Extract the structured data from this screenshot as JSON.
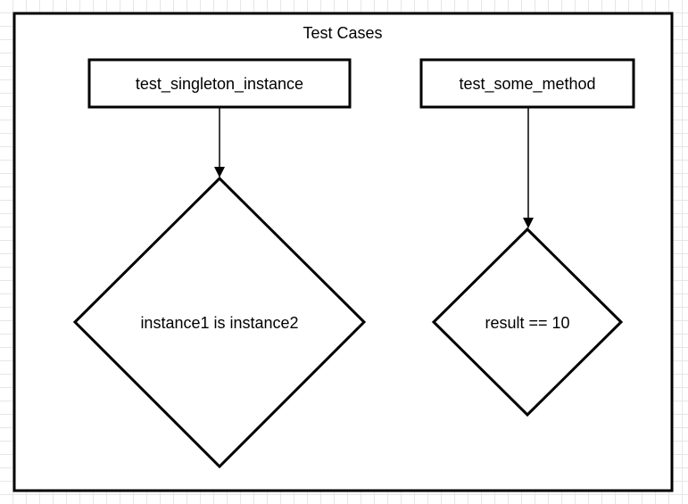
{
  "container": {
    "title": "Test Cases"
  },
  "test_cases": [
    {
      "name": "test_singleton_instance",
      "condition": "instance1 is instance2"
    },
    {
      "name": "test_some_method",
      "condition": "result == 10"
    }
  ]
}
